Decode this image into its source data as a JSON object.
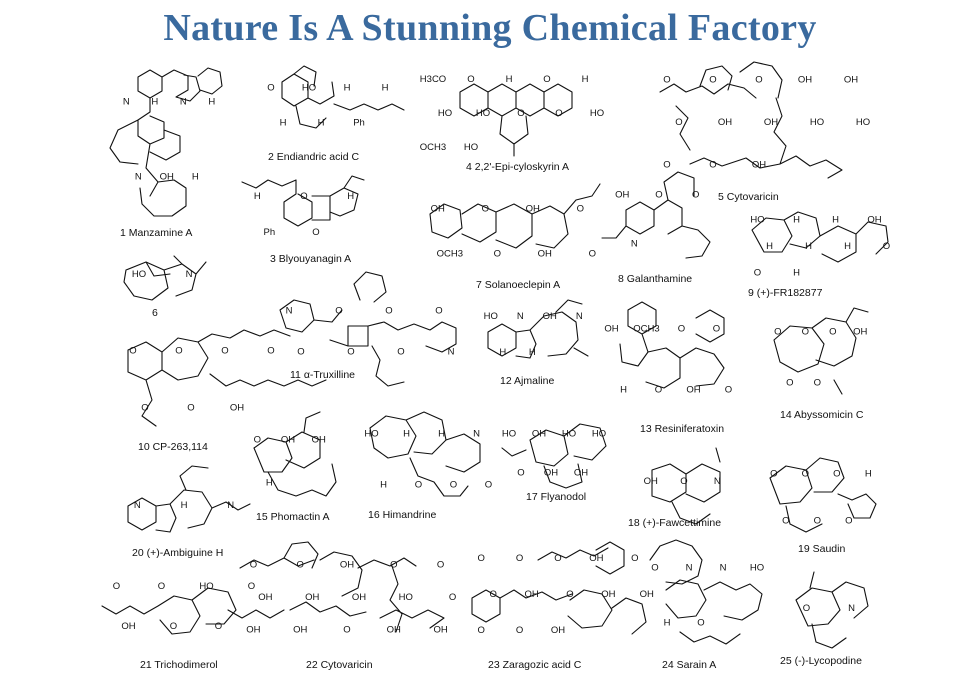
{
  "title": "Nature Is A Stunning Chemical Factory",
  "colors": {
    "title": "#3a6a9e",
    "ink": "#111111"
  },
  "molecules": [
    {
      "id": "1",
      "name": "Manzamine A",
      "label": "1 Manzamine A",
      "atoms": [
        "N",
        "H",
        "N",
        "H",
        "N",
        "OH",
        "H"
      ]
    },
    {
      "id": "2",
      "name": "Endiandric acid C",
      "label": "2   Endiandric acid C",
      "atoms": [
        "O",
        "HO",
        "H",
        "H",
        "H",
        "H",
        "Ph"
      ]
    },
    {
      "id": "3",
      "name": "Blyouyanagin A",
      "label": "3    Blyouyanagin A",
      "atoms": [
        "H",
        "O",
        "H",
        "Ph",
        "O"
      ]
    },
    {
      "id": "4",
      "name": "2,2'-Epi-cyloskyrin A",
      "label": "4 2,2'-Epi-cyloskyrin A",
      "atoms": [
        "H3CO",
        "O",
        "H",
        "O",
        "H",
        "HO",
        "HO",
        "O",
        "O",
        "HO",
        "OCH3",
        "HO"
      ]
    },
    {
      "id": "5",
      "name": "Cytovaricin",
      "label": "5 Cytovaricin",
      "atoms": [
        "O",
        "O",
        "O",
        "OH",
        "OH",
        "O",
        "OH",
        "OH",
        "HO",
        "HO",
        "O",
        "O",
        "OH"
      ]
    },
    {
      "id": "6",
      "name": "6",
      "label": "6",
      "atoms": [
        "HO",
        "N"
      ]
    },
    {
      "id": "7",
      "name": "Solanoeclepin A",
      "label": "7 Solanoeclepin A",
      "atoms": [
        "OH",
        "O",
        "OH",
        "O",
        "OCH3",
        "O",
        "OH",
        "O"
      ]
    },
    {
      "id": "8",
      "name": "Galanthamine",
      "label": "8  Galanthamine",
      "atoms": [
        "OH",
        "O",
        "O",
        "N"
      ]
    },
    {
      "id": "9",
      "name": "(+)-FR182877",
      "label": "9  (+)-FR182877",
      "atoms": [
        "HO",
        "H",
        "H",
        "OH",
        "H",
        "H",
        "H",
        "O",
        "O",
        "H"
      ]
    },
    {
      "id": "10",
      "name": "CP-263,114",
      "label": "10 CP-263,114",
      "atoms": [
        "O",
        "O",
        "O",
        "O",
        "O",
        "O",
        "OH"
      ]
    },
    {
      "id": "11",
      "name": "α-Truxilline",
      "label": "11 α-Truxilline",
      "atoms": [
        "N",
        "O",
        "O",
        "O",
        "O",
        "O",
        "O",
        "N"
      ]
    },
    {
      "id": "12",
      "name": "Ajmaline",
      "label": "12 Ajmaline",
      "atoms": [
        "HO",
        "N",
        "OH",
        "N",
        "H",
        "H"
      ]
    },
    {
      "id": "13",
      "name": "Resiniferatoxin",
      "label": "13 Resiniferatoxin",
      "atoms": [
        "OH",
        "OCH3",
        "O",
        "O",
        "H",
        "O",
        "OH",
        "O"
      ]
    },
    {
      "id": "14",
      "name": "Abyssomicin C",
      "label": "14 Abyssomicin C",
      "atoms": [
        "O",
        "O",
        "O",
        "OH",
        "O",
        "O"
      ]
    },
    {
      "id": "15",
      "name": "Phomactin A",
      "label": "15 Phomactin A",
      "atoms": [
        "O",
        "OH",
        "OH",
        "H"
      ]
    },
    {
      "id": "16",
      "name": "Himandrine",
      "label": "16 Himandrine",
      "atoms": [
        "HO",
        "H",
        "H",
        "N",
        "H",
        "O",
        "O",
        "O"
      ]
    },
    {
      "id": "17",
      "name": "Flyanodol",
      "label": "17 Flyanodol",
      "atoms": [
        "HO",
        "OH",
        "HO",
        "HO",
        "O",
        "OH",
        "OH"
      ]
    },
    {
      "id": "18",
      "name": "(+)-Fawcettimine",
      "label": "18 (+)-Fawcettimine",
      "atoms": [
        "OH",
        "O",
        "N"
      ]
    },
    {
      "id": "19",
      "name": "Saudin",
      "label": "19 Saudin",
      "atoms": [
        "O",
        "O",
        "O",
        "H",
        "O",
        "O",
        "O"
      ]
    },
    {
      "id": "20",
      "name": "(+)-Ambiguine H",
      "label": "20 (+)-Ambiguine H",
      "atoms": [
        "N",
        "H",
        "N"
      ]
    },
    {
      "id": "21",
      "name": "Trichodimerol",
      "label": "21 Trichodimerol",
      "atoms": [
        "O",
        "O",
        "HO",
        "O",
        "OH",
        "O",
        "O"
      ]
    },
    {
      "id": "22",
      "name": "Cytovaricin",
      "label": "22 Cytovaricin",
      "atoms": [
        "O",
        "O",
        "OH",
        "O",
        "O",
        "OH",
        "OH",
        "OH",
        "HO",
        "O",
        "OH",
        "OH",
        "O",
        "OH",
        "OH"
      ]
    },
    {
      "id": "23",
      "name": "Zaragozic acid C",
      "label": "23 Zaragozic acid C",
      "atoms": [
        "O",
        "O",
        "O",
        "OH",
        "O",
        "O",
        "OH",
        "O",
        "OH",
        "OH",
        "O",
        "O",
        "OH"
      ]
    },
    {
      "id": "24",
      "name": "Sarain A",
      "label": "24 Sarain A",
      "atoms": [
        "O",
        "N",
        "N",
        "HO",
        "H",
        "O"
      ]
    },
    {
      "id": "25",
      "name": "(-)-Lycopodine",
      "label": "25 (-)-Lycopodine",
      "atoms": [
        "O",
        "N"
      ]
    }
  ]
}
